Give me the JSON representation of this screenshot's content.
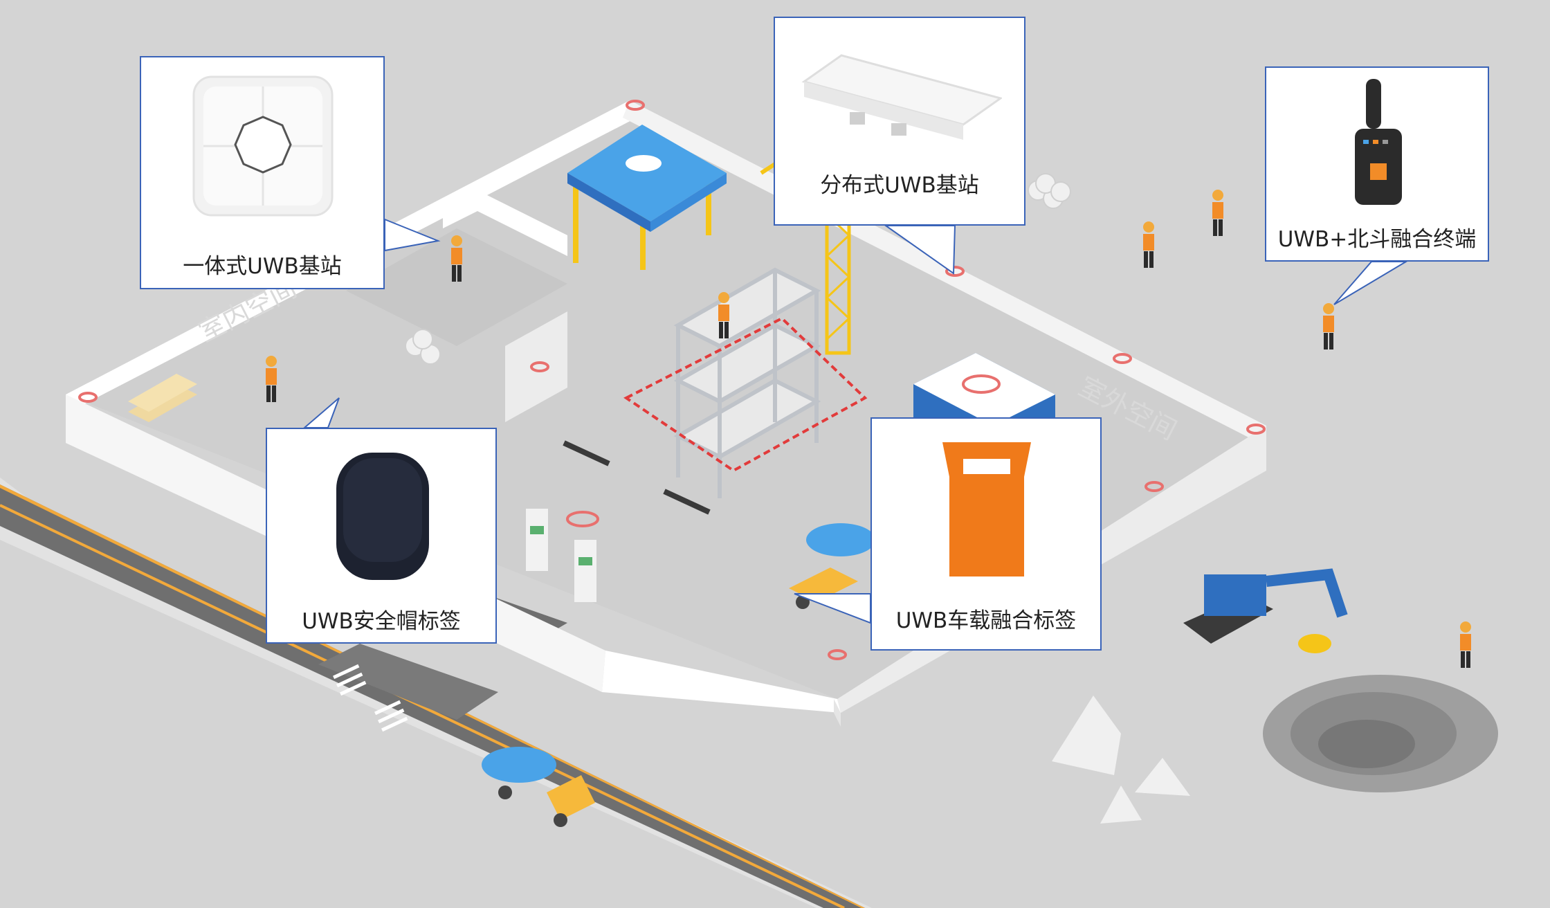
{
  "zones": {
    "indoor": "室内空间",
    "outdoor": "室外空间"
  },
  "devices": [
    {
      "id": "integrated",
      "label": "一体式UWB基站"
    },
    {
      "id": "distributed",
      "label": "分布式UWB基站"
    },
    {
      "id": "beidou",
      "label": "UWB+北斗融合终端"
    },
    {
      "id": "helmet",
      "label": "UWB安全帽标签"
    },
    {
      "id": "vehicle",
      "label": "UWB车载融合标签"
    }
  ],
  "colors": {
    "callout_border": "#3a63b8",
    "ground": "#d4d4d4",
    "wall": "#ffffff",
    "tower_crane": "#f5c518",
    "canopy": "#4aa3e8",
    "excavator": "#2f6fbf",
    "vehicle_tag": "#f07a1a",
    "helmet_tag": "#1d2230",
    "anchor_ring": "#e8706e"
  },
  "icons": [
    "integrated-base-station-icon",
    "distributed-base-station-icon",
    "beidou-terminal-icon",
    "helmet-tag-icon",
    "vehicle-tag-icon",
    "tower-crane-icon",
    "mixer-truck-icon",
    "excavator-icon",
    "worker-icon"
  ]
}
